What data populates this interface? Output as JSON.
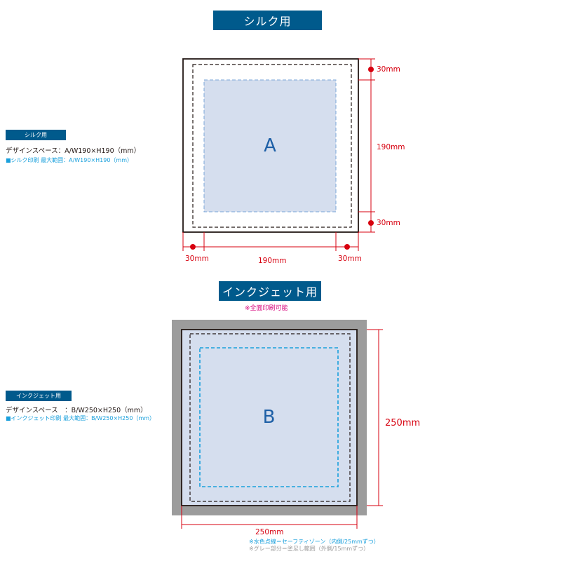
{
  "silk": {
    "title": "シルク用",
    "side_badge": "シルク用",
    "design_space": "デザインスペース：A/W190×H190（mm）",
    "print_range": "■シルク印刷 最大範囲：A/W190×H190（mm）",
    "area_label": "A",
    "dims": {
      "right_top": "30mm",
      "right_mid": "190mm",
      "right_bottom": "30mm",
      "bottom_left": "30mm",
      "bottom_mid": "190mm",
      "bottom_right": "30mm"
    }
  },
  "inkjet": {
    "title": "インクジェット用",
    "note_full": "※全面印刷可能",
    "side_badge": "インクジェット用",
    "design_space": "デザインスペース　：B/W250×H250（mm）",
    "print_range": "■インクジェット印刷 最大範囲：B/W250×H250（mm）",
    "area_label": "B",
    "dims": {
      "right": "250mm",
      "bottom": "250mm"
    },
    "legend_blue": "※水色点線＝セーフティゾーン（内側/25mmずつ）",
    "legend_gray": "※グレー部分＝塗足し範囲（外側/15mmずつ）"
  },
  "colors": {
    "badge": "#005a8c",
    "dimension": "#d7000f",
    "area_fill": "#d5deee",
    "safety_line": "#1aa0dc",
    "bleed_gray": "#9c9c9c",
    "magenta_note": "#d6007a"
  }
}
